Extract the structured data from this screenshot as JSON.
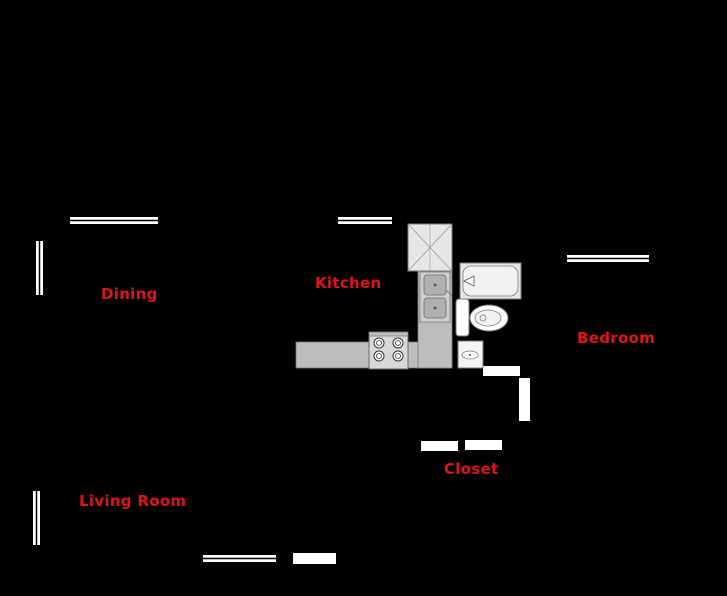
{
  "colors": {
    "background": "#000000",
    "label": "#e0121a",
    "fixture": "#bdbdbd",
    "fixture_light": "#e6e6e6",
    "fixture_stroke": "#7a7a7a",
    "wall": "#ffffff"
  },
  "rooms": {
    "dining": "Dining",
    "kitchen": "Kitchen",
    "bedroom": "Bedroom",
    "closet": "Closet",
    "living_room": "Living Room"
  },
  "icons": [
    "window-icon",
    "door-icon",
    "stove-icon",
    "sink-icon",
    "bathtub-icon",
    "toilet-icon",
    "shower-icon",
    "bathroom-sink-icon"
  ]
}
